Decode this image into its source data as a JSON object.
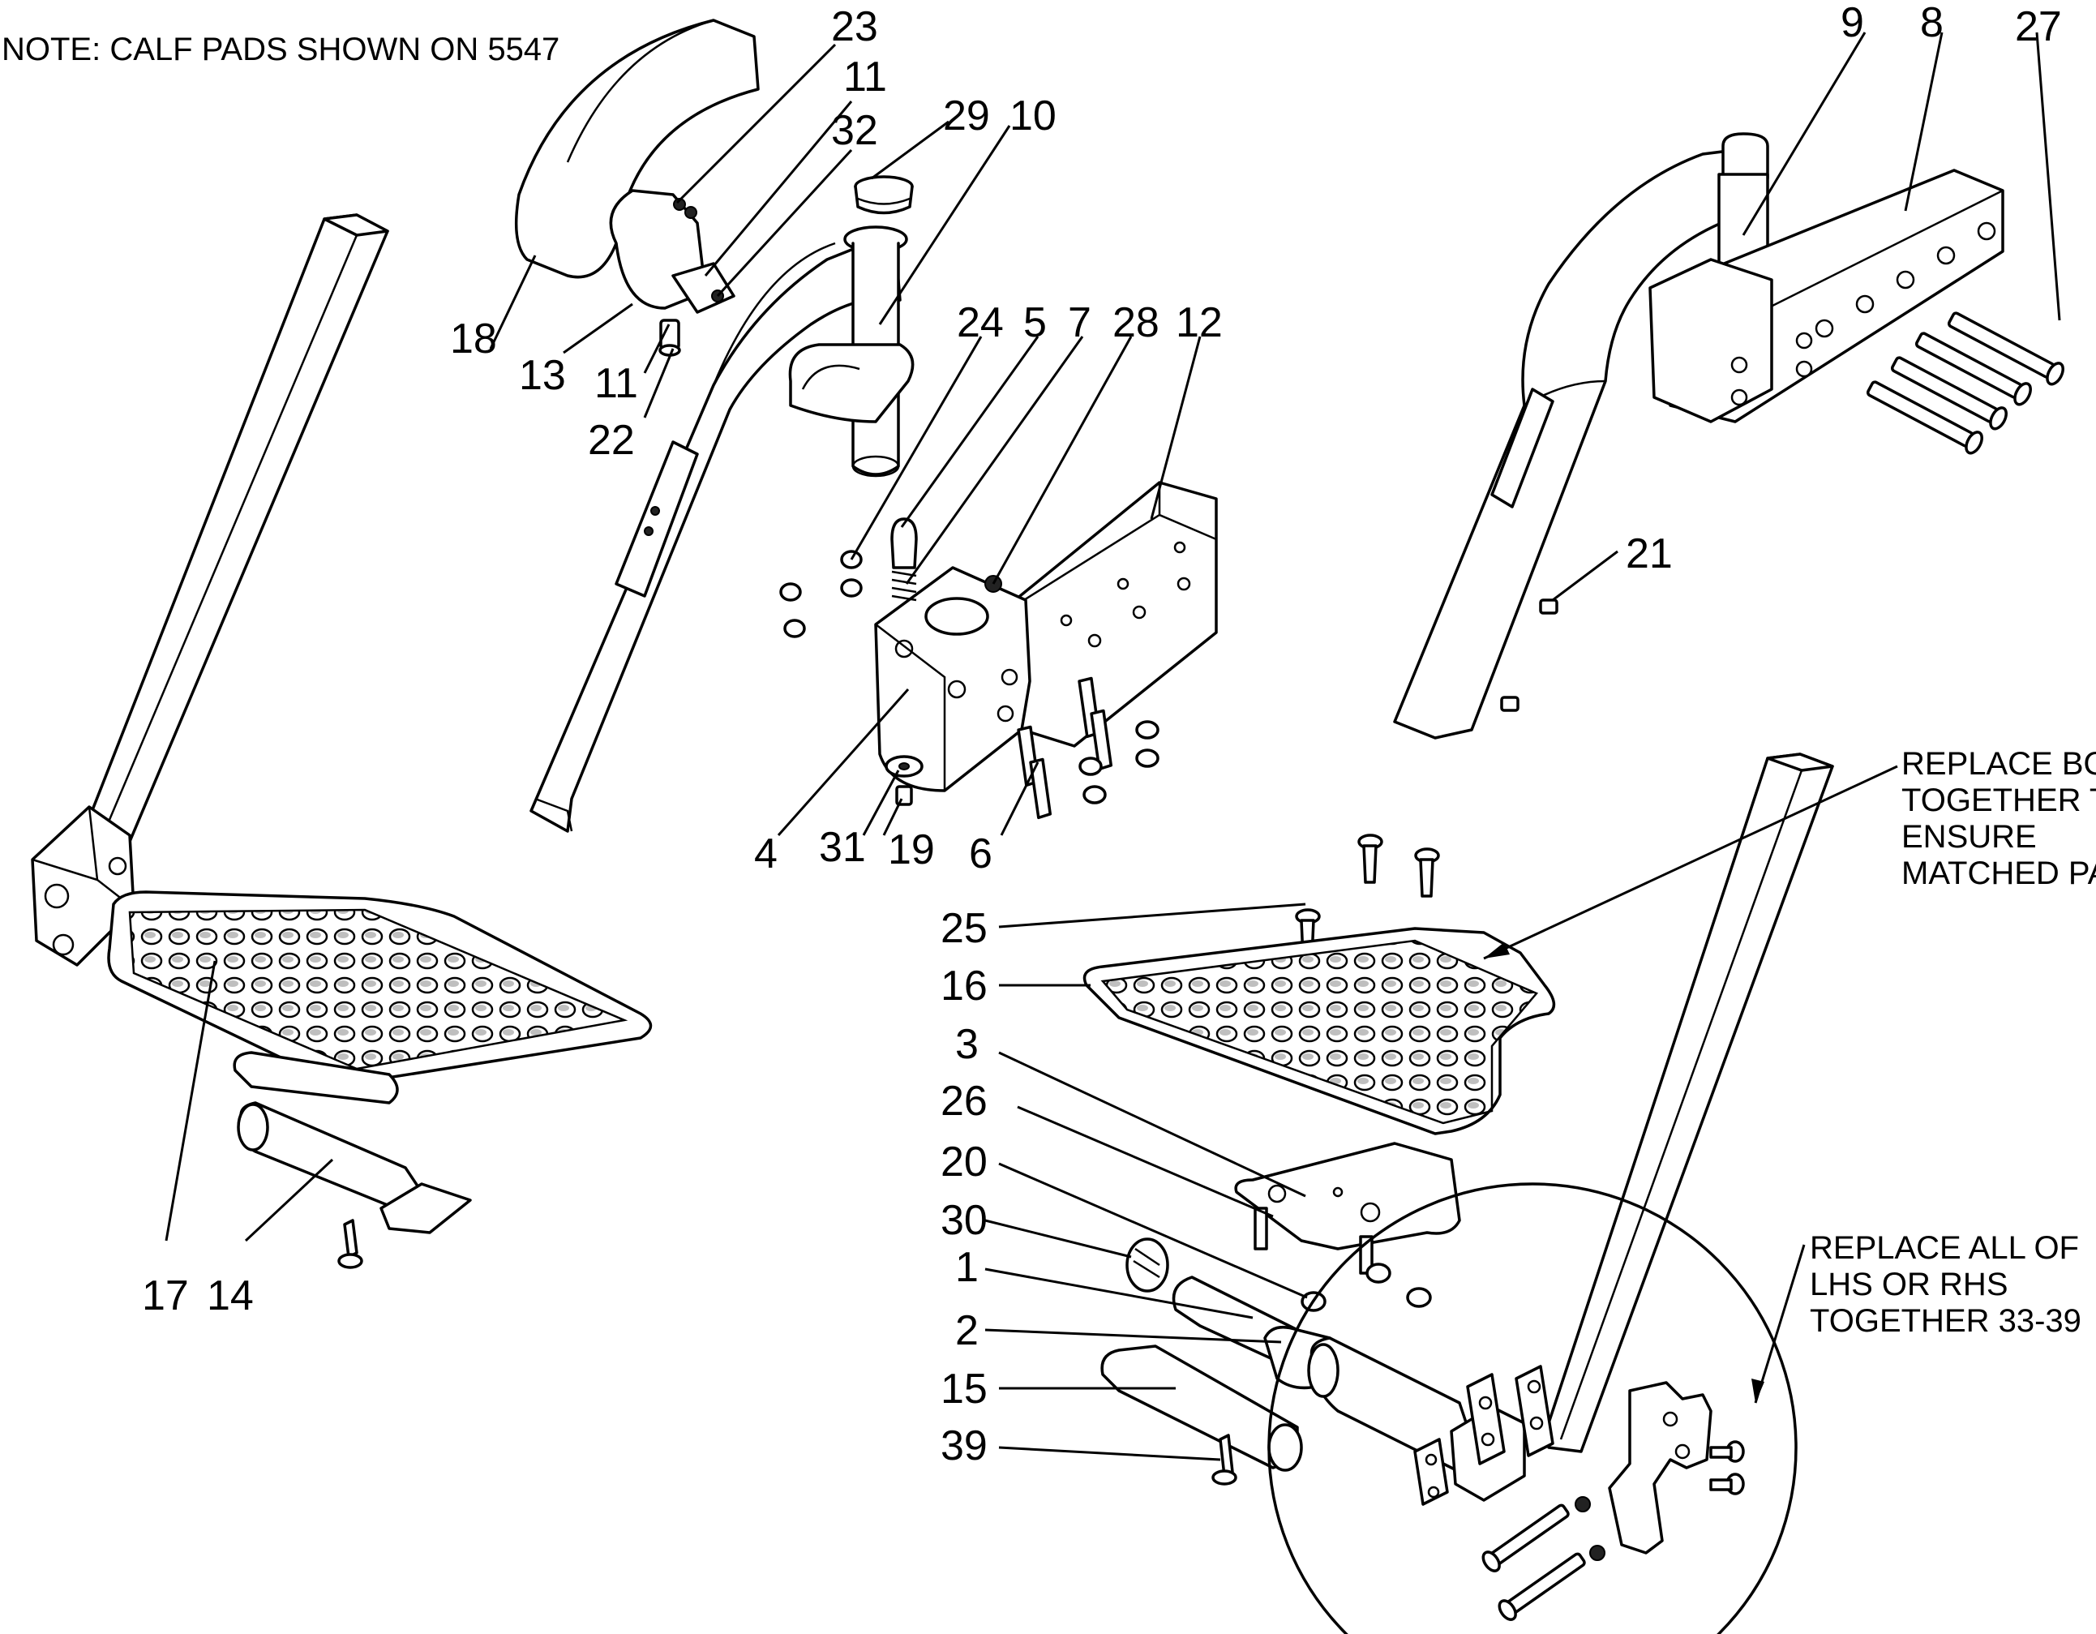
{
  "notes": {
    "calf_pads": "NOTE: CALF PADS SHOWN ON 5547",
    "replace_pair_1": "REPLACE BOTH",
    "replace_pair_2": "TOGETHER TO",
    "replace_pair_3": "ENSURE",
    "replace_pair_4": "MATCHED PAIR",
    "replace_all_1": "REPLACE ALL OF",
    "replace_all_2": "LHS OR RHS",
    "replace_all_3": "TOGETHER 33-39"
  },
  "callouts": {
    "c23": "23",
    "c11a": "11",
    "c32": "32",
    "c29": "29",
    "c10": "10",
    "c18": "18",
    "c13": "13",
    "c11b": "11",
    "c22": "22",
    "c24": "24",
    "c5": "5",
    "c7": "7",
    "c28": "28",
    "c12": "12",
    "c4": "4",
    "c31": "31",
    "c19": "19",
    "c6": "6",
    "c9": "9",
    "c8": "8",
    "c27": "27",
    "c21": "21",
    "c17": "17",
    "c14": "14",
    "c25": "25",
    "c16": "16",
    "c3": "3",
    "c26": "26",
    "c20": "20",
    "c30": "30",
    "c1": "1",
    "c2": "2",
    "c15": "15",
    "c39": "39"
  },
  "colors": {
    "ink": "#000000",
    "paper": "#ffffff"
  }
}
